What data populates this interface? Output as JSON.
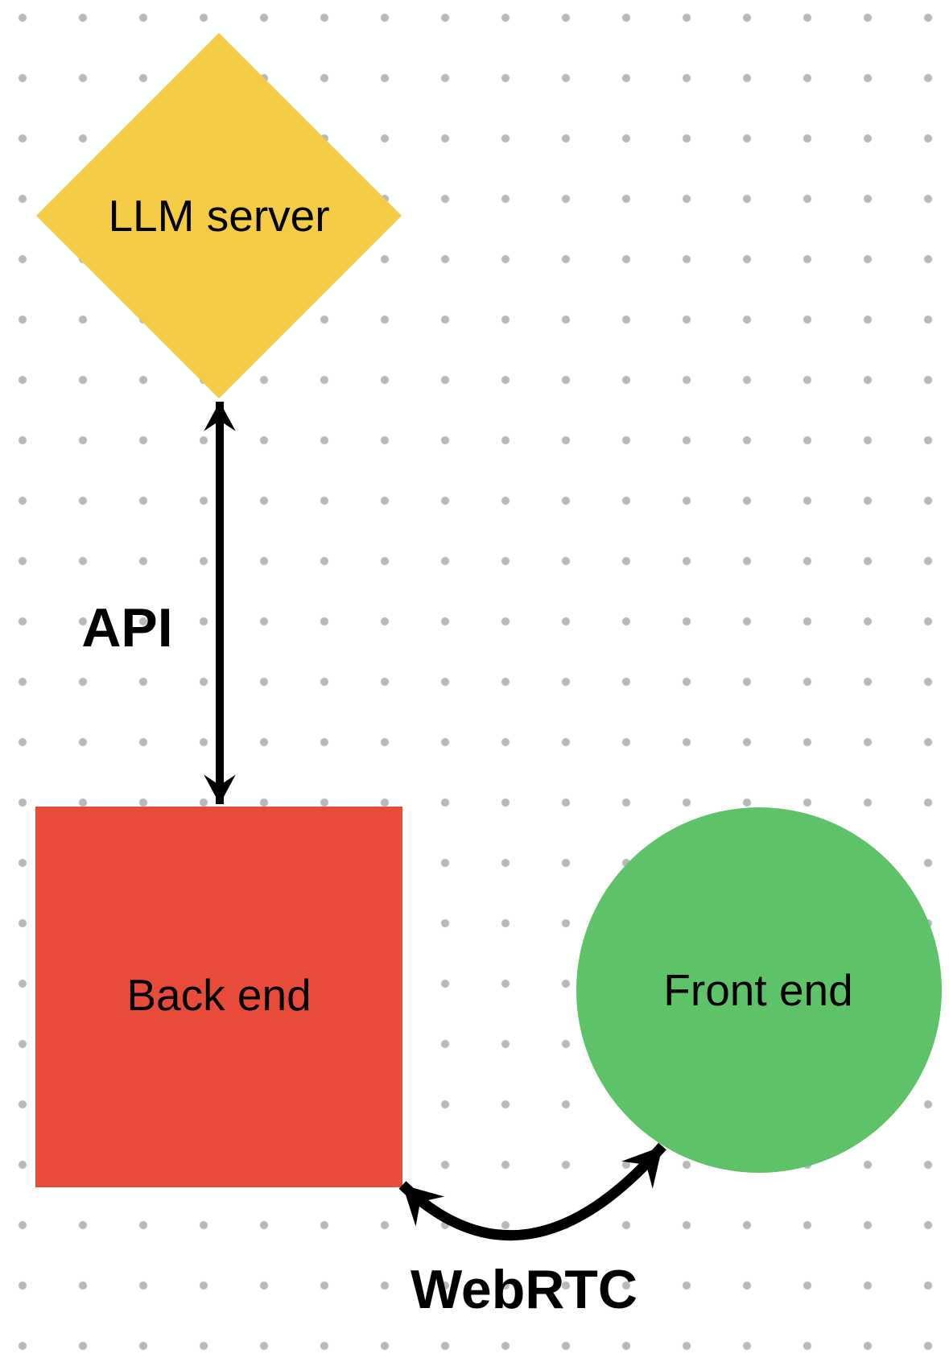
{
  "diagram": {
    "type": "flowchart",
    "background_color": "#ffffff",
    "grid_dot_color": "#b9b9b9"
  },
  "nodes": [
    {
      "id": "llm-server",
      "shape": "diamond",
      "label": "LLM server",
      "fill": "#F4CC46"
    },
    {
      "id": "back-end",
      "shape": "square",
      "label": "Back end",
      "fill": "#E94B3B"
    },
    {
      "id": "front-end",
      "shape": "circle",
      "label": "Front end",
      "fill": "#5EC269"
    }
  ],
  "connectors": [
    {
      "id": "api",
      "label": "API",
      "style": "straight-double-headed-arrow",
      "from": "back-end",
      "to": "llm-server",
      "color": "#000000"
    },
    {
      "id": "webrtc",
      "label": "WebRTC",
      "style": "curved-double-headed-arrow",
      "from": "back-end",
      "to": "front-end",
      "color": "#000000"
    }
  ]
}
